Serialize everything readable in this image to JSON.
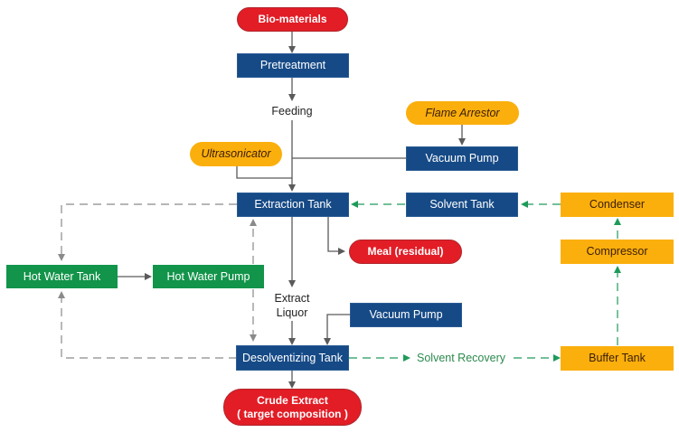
{
  "diagram": {
    "type": "process-flowchart",
    "colors": {
      "process_blue": "#164a86",
      "hot_water_green": "#12944a",
      "recovery_orange": "#fbaf0c",
      "io_red": "#e21d26",
      "flow_gray": "#5a5a5a",
      "solvent_green": "#1f9a5a"
    },
    "nodes": {
      "bio_materials": "Bio-materials",
      "pretreatment": "Pretreatment",
      "feeding": "Feeding",
      "flame_arrestor": "Flame Arrestor",
      "ultrasonicator": "Ultrasonicator",
      "vacuum_pump_top": "Vacuum Pump",
      "extraction_tank": "Extraction Tank",
      "solvent_tank": "Solvent Tank",
      "condenser": "Condenser",
      "compressor": "Compressor",
      "hot_water_tank": "Hot Water Tank",
      "hot_water_pump": "Hot Water Pump",
      "meal_residual": "Meal (residual)",
      "extract_liquor_line1": "Extract",
      "extract_liquor_line2": "Liquor",
      "vacuum_pump_bottom": "Vacuum Pump",
      "desolventizing_tank": "Desolventizing Tank",
      "solvent_recovery": "Solvent Recovery",
      "buffer_tank": "Buffer Tank",
      "crude_extract_line1": "Crude Extract",
      "crude_extract_line2": "( target composition )"
    },
    "edges": [
      {
        "from": "Bio-materials",
        "to": "Pretreatment",
        "style": "solid"
      },
      {
        "from": "Pretreatment",
        "to": "Feeding",
        "style": "solid"
      },
      {
        "from": "Feeding",
        "to": "Extraction Tank",
        "style": "solid"
      },
      {
        "from": "Ultrasonicator",
        "to": "Extraction Tank",
        "style": "solid"
      },
      {
        "from": "Flame Arrestor",
        "to": "Vacuum Pump",
        "style": "solid"
      },
      {
        "from": "Vacuum Pump",
        "to": "Extraction Tank",
        "style": "solid"
      },
      {
        "from": "Solvent Tank",
        "to": "Extraction Tank",
        "style": "dashed-green"
      },
      {
        "from": "Condenser",
        "to": "Solvent Tank",
        "style": "dashed-green"
      },
      {
        "from": "Compressor",
        "to": "Condenser",
        "style": "dashed-green"
      },
      {
        "from": "Buffer Tank",
        "to": "Compressor",
        "style": "dashed-green"
      },
      {
        "from": "Extraction Tank",
        "to": "Meal (residual)",
        "style": "solid"
      },
      {
        "from": "Extraction Tank",
        "to": "Desolventizing Tank",
        "style": "solid",
        "label": "Extract Liquor"
      },
      {
        "from": "Vacuum Pump",
        "to": "Desolventizing Tank",
        "style": "solid"
      },
      {
        "from": "Desolventizing Tank",
        "to": "Crude Extract",
        "style": "solid"
      },
      {
        "from": "Desolventizing Tank",
        "to": "Buffer Tank",
        "style": "dashed-green",
        "label": "Solvent Recovery"
      },
      {
        "from": "Hot Water Tank",
        "to": "Hot Water Pump",
        "style": "solid"
      },
      {
        "from": "Hot Water Pump",
        "to": "Extraction Tank",
        "style": "dashed-gray"
      },
      {
        "from": "Hot Water Pump",
        "to": "Desolventizing Tank",
        "style": "dashed-gray"
      },
      {
        "from": "Extraction Tank",
        "to": "Hot Water Tank",
        "style": "dashed-gray"
      },
      {
        "from": "Desolventizing Tank",
        "to": "Hot Water Tank",
        "style": "dashed-gray"
      }
    ]
  }
}
